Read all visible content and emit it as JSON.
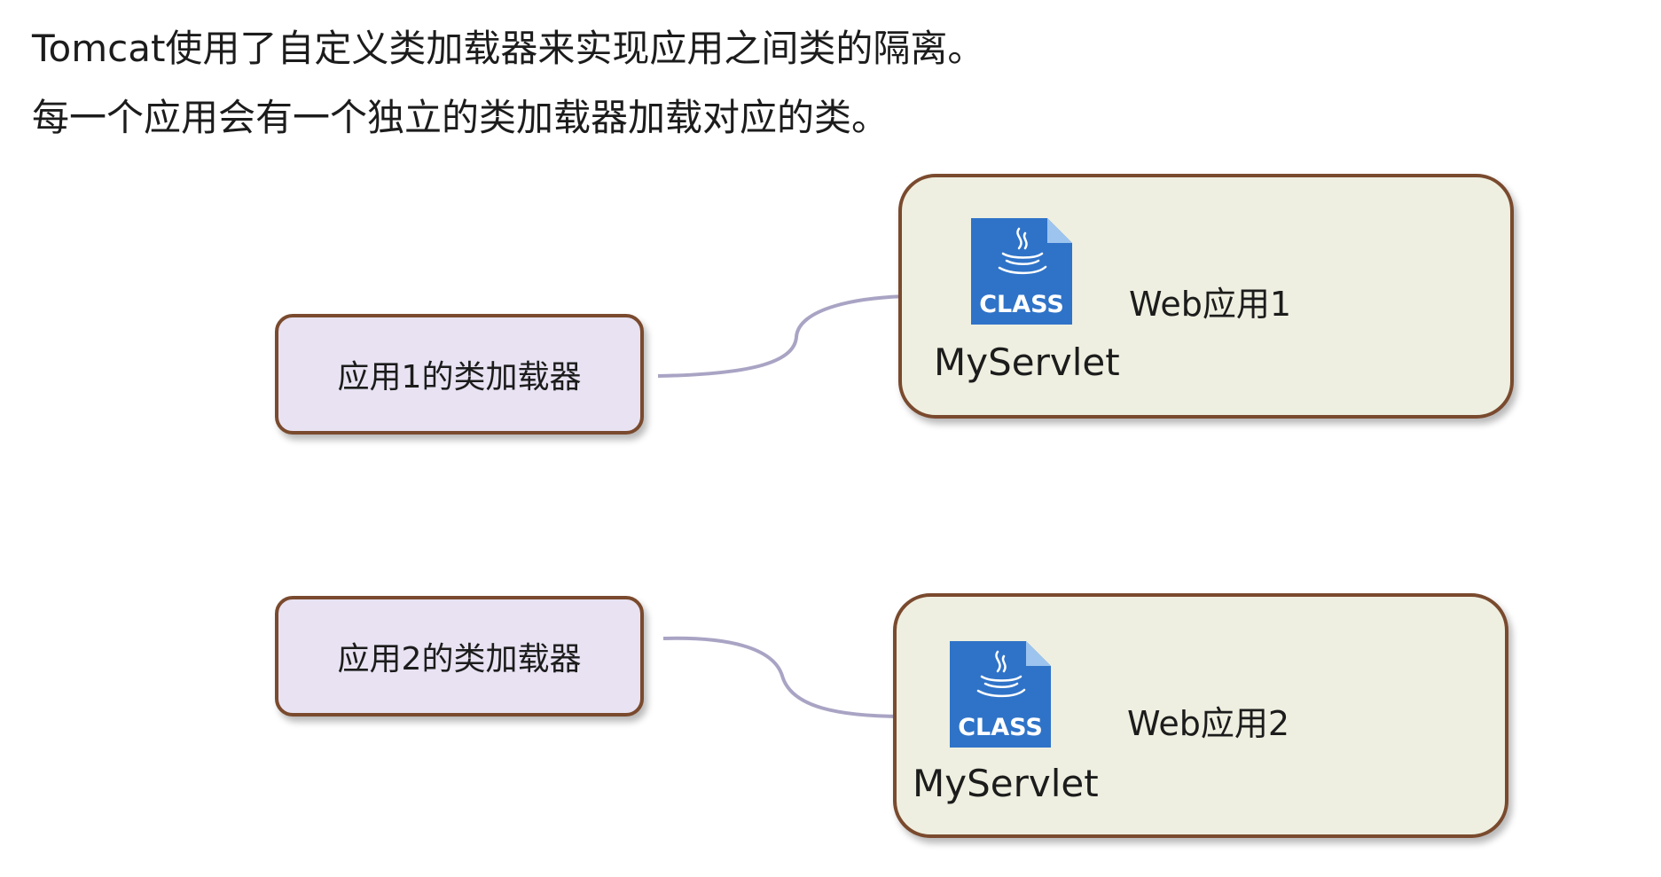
{
  "heading": {
    "line1": "Tomcat使用了自定义类加载器来实现应用之间类的隔离。",
    "line2": "每一个应用会有一个独立的类加载器加载对应的类。"
  },
  "loaders": [
    {
      "label": "应用1的类加载器"
    },
    {
      "label": "应用2的类加载器"
    }
  ],
  "webapps": [
    {
      "label": "Web应用1",
      "class_file": "MyServlet",
      "icon_text": "CLASS"
    },
    {
      "label": "Web应用2",
      "class_file": "MyServlet",
      "icon_text": "CLASS"
    }
  ],
  "colors": {
    "box_border": "#7a4a2e",
    "loader_fill": "#e8e2f2",
    "webapp_fill": "#eeefe0",
    "connector": "#a9a4c4",
    "icon_blue": "#2f73c8"
  }
}
